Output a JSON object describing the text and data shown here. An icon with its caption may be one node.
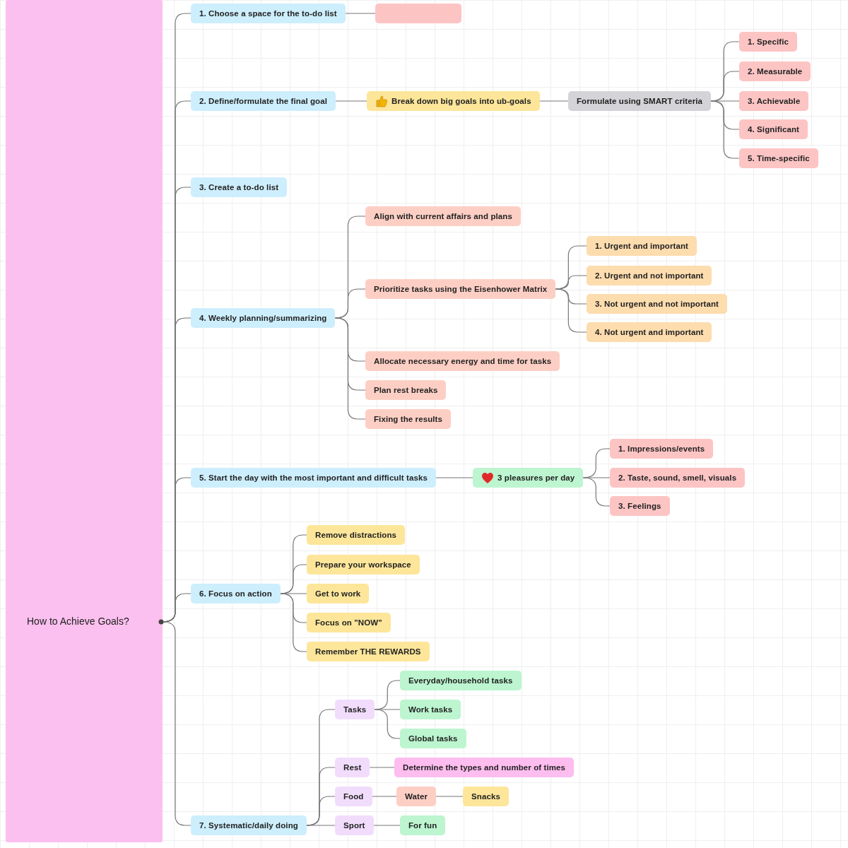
{
  "diagram": {
    "nodes": [
      {
        "text": [
          "How to Achieve Goals?"
        ]
      },
      {
        "text": [
          "1. Choose a space for the to-do list"
        ]
      },
      {
        "text": [],
        "shape": "box"
      },
      {
        "text": [
          "2. Define/formulate the final goal"
        ]
      },
      {
        "text": [
          "Break down big goals into ub-goals"
        ]
      },
      {
        "text": [
          "Formulate using SMART criteria"
        ]
      },
      {
        "text": [
          "1. Specific"
        ]
      },
      {
        "text": [
          "2. Measurable"
        ]
      },
      {
        "text": [
          "3. Achievable"
        ]
      },
      {
        "text": [
          "4. Significant"
        ]
      },
      {
        "text": [
          "5. Time-specific"
        ]
      },
      {
        "text": [
          "3. Create a to-do list"
        ]
      },
      {
        "text": [
          "4. Weekly planning/summarizing"
        ]
      },
      {
        "text": [
          "Align with current affairs and plans"
        ]
      },
      {
        "text": [
          "Prioritize tasks using the Eisenhower Matrix"
        ]
      },
      {
        "text": [
          "1. Urgent and important"
        ]
      },
      {
        "text": [
          "2. Urgent and not important"
        ]
      },
      {
        "text": [
          "3. Not urgent and not important"
        ]
      },
      {
        "text": [
          "4. Not urgent and important"
        ]
      },
      {
        "text": [
          "Allocate necessary energy and time for tasks"
        ]
      },
      {
        "text": [
          "Plan rest breaks"
        ]
      },
      {
        "text": [
          "Fixing the results"
        ]
      },
      {
        "text": [
          "5. Start the day with the most important and difficult tasks"
        ]
      },
      {
        "text": [
          "3 pleasures per day"
        ]
      },
      {
        "text": [
          "1. Impressions/events"
        ]
      },
      {
        "text": [
          "2. Taste, sound, smell, visuals"
        ]
      },
      {
        "text": [
          "3. Feelings"
        ]
      },
      {
        "text": [
          "6. Focus on action"
        ]
      },
      {
        "text": [
          "Remove distractions"
        ]
      },
      {
        "text": [
          "Prepare your workspace"
        ]
      },
      {
        "text": [
          "Get to work"
        ]
      },
      {
        "text": [
          "Focus on \"NOW\""
        ]
      },
      {
        "text": [
          "Remember THE REWARDS"
        ]
      },
      {
        "text": [
          "7. Systematic/daily doing"
        ]
      },
      {
        "text": [
          "Tasks"
        ]
      },
      {
        "text": [
          "Everyday/household tasks"
        ]
      },
      {
        "text": [
          "Work tasks"
        ]
      },
      {
        "text": [
          "Global tasks"
        ]
      },
      {
        "text": [
          "Rest"
        ]
      },
      {
        "text": [
          "Determine the types and number of times"
        ]
      },
      {
        "text": [
          "Food"
        ]
      },
      {
        "text": [
          "Water"
        ]
      },
      {
        "text": [
          "Snacks"
        ]
      },
      {
        "text": [
          "Sport"
        ]
      },
      {
        "text": [
          "For fun"
        ]
      }
    ],
    "edges": [
      {
        "from": 0,
        "to": 1,
        "arrow": "none"
      },
      {
        "from": 1,
        "to": 2,
        "arrow": "none"
      },
      {
        "from": 0,
        "to": 3,
        "arrow": "none"
      },
      {
        "from": 3,
        "to": 4,
        "arrow": "none"
      },
      {
        "from": 4,
        "to": 5,
        "arrow": "none"
      },
      {
        "from": 5,
        "to": 6,
        "arrow": "none"
      },
      {
        "from": 5,
        "to": 7,
        "arrow": "none"
      },
      {
        "from": 5,
        "to": 8,
        "arrow": "none"
      },
      {
        "from": 5,
        "to": 9,
        "arrow": "none"
      },
      {
        "from": 5,
        "to": 10,
        "arrow": "none"
      },
      {
        "from": 0,
        "to": 11,
        "arrow": "none"
      },
      {
        "from": 0,
        "to": 12,
        "arrow": "none"
      },
      {
        "from": 12,
        "to": 13,
        "arrow": "none"
      },
      {
        "from": 12,
        "to": 14,
        "arrow": "none"
      },
      {
        "from": 14,
        "to": 15,
        "arrow": "none"
      },
      {
        "from": 14,
        "to": 16,
        "arrow": "none"
      },
      {
        "from": 14,
        "to": 17,
        "arrow": "none"
      },
      {
        "from": 14,
        "to": 18,
        "arrow": "none"
      },
      {
        "from": 12,
        "to": 19,
        "arrow": "none"
      },
      {
        "from": 12,
        "to": 20,
        "arrow": "none"
      },
      {
        "from": 12,
        "to": 21,
        "arrow": "none"
      },
      {
        "from": 0,
        "to": 22,
        "arrow": "none"
      },
      {
        "from": 22,
        "to": 23,
        "arrow": "none"
      },
      {
        "from": 23,
        "to": 24,
        "arrow": "none"
      },
      {
        "from": 23,
        "to": 25,
        "arrow": "none"
      },
      {
        "from": 23,
        "to": 26,
        "arrow": "none"
      },
      {
        "from": 0,
        "to": 27,
        "arrow": "none"
      },
      {
        "from": 27,
        "to": 28,
        "arrow": "none"
      },
      {
        "from": 27,
        "to": 29,
        "arrow": "none"
      },
      {
        "from": 27,
        "to": 30,
        "arrow": "none"
      },
      {
        "from": 27,
        "to": 31,
        "arrow": "none"
      },
      {
        "from": 27,
        "to": 32,
        "arrow": "none"
      },
      {
        "from": 0,
        "to": 33,
        "arrow": "none"
      },
      {
        "from": 33,
        "to": 34,
        "arrow": "none"
      },
      {
        "from": 34,
        "to": 35,
        "arrow": "none"
      },
      {
        "from": 34,
        "to": 36,
        "arrow": "none"
      },
      {
        "from": 34,
        "to": 37,
        "arrow": "none"
      },
      {
        "from": 33,
        "to": 38,
        "arrow": "none"
      },
      {
        "from": 38,
        "to": 39,
        "arrow": "none"
      },
      {
        "from": 33,
        "to": 40,
        "arrow": "none"
      },
      {
        "from": 40,
        "to": 41,
        "arrow": "none"
      },
      {
        "from": 41,
        "to": 42,
        "arrow": "none"
      },
      {
        "from": 33,
        "to": 43,
        "arrow": "none"
      },
      {
        "from": 43,
        "to": 44,
        "arrow": "none"
      }
    ]
  }
}
